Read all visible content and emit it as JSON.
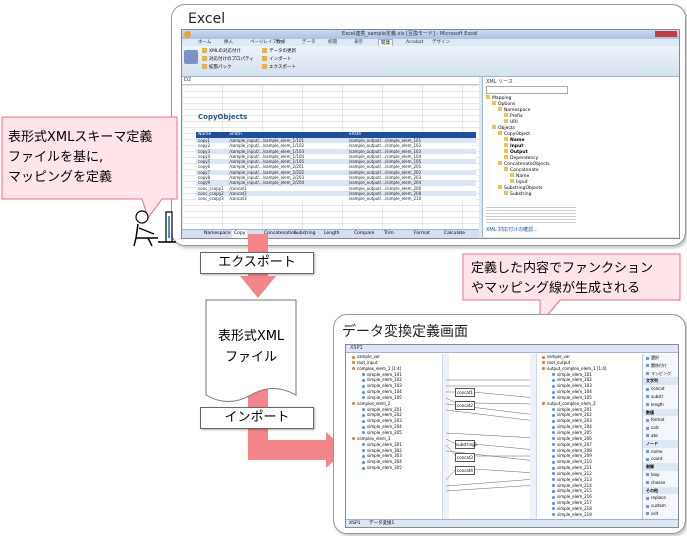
{
  "excel_panel": {
    "title": "Excel",
    "window_caption": "Excel連携_sample定義.xls [互換モード] - Microsoft Excel",
    "ribbon_tabs": [
      "ホーム",
      "挿入",
      "ページレイアウト",
      "数式",
      "データ",
      "校閲",
      "表示",
      "開発",
      "Acrobat",
      "デザイン"
    ],
    "ribbon_groups": [
      "XMLの対応付け",
      "対応付けのプロパティ",
      "拡張パック",
      "データの更新",
      "インポート",
      "エクスポート"
    ],
    "cell_ref": "D2",
    "sheet_heading": "CopyObjects",
    "table_headers": [
      "Name",
      "xPath",
      "xPath"
    ],
    "table_rows": [
      [
        "copy1",
        "/sample_input/.../sample_elem_1/101",
        "/sample_output/.../simple_elem_101"
      ],
      [
        "copy2",
        "/sample_input/.../sample_elem_1/102",
        "/sample_output/.../simple_elem_102"
      ],
      [
        "copy3",
        "/sample_input/.../sample_elem_1/103",
        "/sample_output/.../simple_elem_103"
      ],
      [
        "copy4",
        "/sample_input/.../sample_elem_1/104",
        "/sample_output/.../simple_elem_104"
      ],
      [
        "copy5",
        "/sample_input/.../sample_elem_1/105",
        "/sample_output/.../simple_elem_105"
      ],
      [
        "copy6",
        "/sample_input/.../sample_elem_2/201",
        "/sample_output/.../simple_elem_201"
      ],
      [
        "copy7",
        "/sample_input/.../sample_elem_2/202",
        "/sample_output/.../simple_elem_202"
      ],
      [
        "copy8",
        "/sample_input/.../sample_elem_2/203",
        "/sample_output/.../simple_elem_203"
      ],
      [
        "copy9",
        "/sample_input/.../sample_elem_2/204",
        "/sample_output/.../simple_elem_204"
      ],
      [
        "conc_ccopy1",
        "/concat1",
        "/sample_output/.../simple_elem_206"
      ],
      [
        "conc_ccopy2",
        "/concat2",
        "/sample_output/.../simple_elem_208"
      ],
      [
        "conc_ccopy3",
        "/concat3",
        "/sample_output/.../simple_elem_210"
      ]
    ],
    "sheet_tabs": [
      "Namespace",
      "Copy",
      "Concatenation",
      "Substring",
      "Length",
      "Compare",
      "Trim",
      "Format",
      "Calculate"
    ],
    "pane_title": "XML ソース",
    "pane_tree": [
      "Mapping",
      "Options",
      "Namespace",
      "Prefix",
      "URI",
      "Objects",
      "CopyObject",
      "Name",
      "Input",
      "Output",
      "Dependency",
      "ConcatenateObjects",
      "Concatenate",
      "Name",
      "Input",
      "SubstringObjects",
      "Substring"
    ],
    "pane_link": "XML 対応付けの確認..."
  },
  "callout_left": {
    "lines": [
      "表形式XMLスキーマ定義",
      "ファイルを基に,",
      "マッピングを定義"
    ]
  },
  "callout_right": {
    "lines": [
      "定義した内容でファンクション",
      "やマッピング線が生成される"
    ]
  },
  "export_label": "エクスポート",
  "import_label": "インポート",
  "document_text": [
    "表形式XML",
    "ファイル"
  ],
  "mapping_panel": {
    "title": "データ変換定義画面",
    "tab_label": "XSP1",
    "left_tree": [
      "sample_var",
      "root_input",
      "complex_elem_1 [1:4]",
      "simple_elem_101",
      "simple_elem_102",
      "simple_elem_103",
      "simple_elem_104",
      "simple_elem_105",
      "complex_elem_2",
      "simple_elem_201",
      "simple_elem_202",
      "simple_elem_203",
      "simple_elem_204",
      "simple_elem_205",
      "complex_elem_3",
      "simple_elem_301",
      "simple_elem_302",
      "simple_elem_303",
      "simple_elem_304",
      "simple_elem_305"
    ],
    "right_tree": [
      "sample_var",
      "root_output",
      "output_complex_elem_1 [1:4]",
      "simple_elem_101",
      "simple_elem_102",
      "simple_elem_103",
      "simple_elem_104",
      "simple_elem_105",
      "output_complex_elem_2",
      "simple_elem_201",
      "simple_elem_202",
      "simple_elem_203",
      "simple_elem_204",
      "simple_elem_205",
      "simple_elem_206",
      "simple_elem_207",
      "simple_elem_208",
      "simple_elem_209",
      "simple_elem_210",
      "simple_elem_211",
      "simple_elem_212",
      "simple_elem_213",
      "simple_elem_214",
      "simple_elem_215",
      "simple_elem_216",
      "simple_elem_217",
      "simple_elem_218",
      "simple_elem_219"
    ],
    "functions": [
      "concat1",
      "concat2",
      "substring1",
      "concat3",
      "concat4"
    ],
    "palette": [
      "選択",
      "関係付け",
      "マッピング",
      "文字列",
      "concat",
      "substr",
      "length",
      "数値",
      "format",
      "calc",
      "abs",
      "ノード",
      "name",
      "count",
      "制御",
      "loop",
      "choose",
      "その他",
      "replace",
      "custom",
      "xslt"
    ],
    "bottom_tabs": [
      "XSP1",
      "データ変換1"
    ]
  },
  "colors": {
    "arrow": "#f4858b",
    "callout_fill": "#ffe4ea",
    "callout_border": "#f06d86"
  }
}
